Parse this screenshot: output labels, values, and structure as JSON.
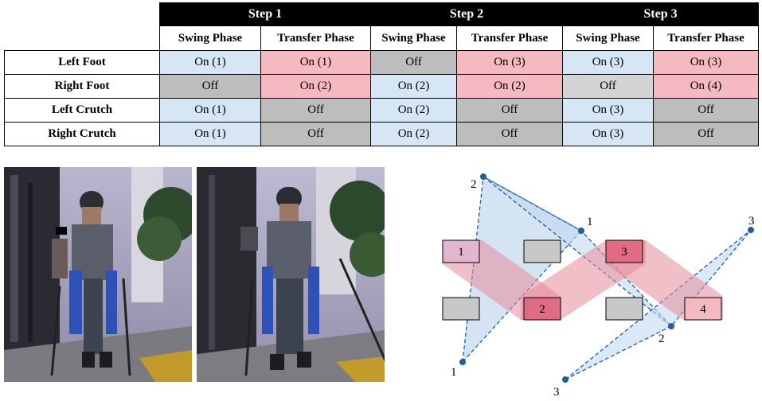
{
  "table": {
    "steps": [
      "Step 1",
      "Step 2",
      "Step 3"
    ],
    "phases": [
      "Swing Phase",
      "Transfer Phase",
      "Swing Phase",
      "Transfer Phase",
      "Swing Phase",
      "Transfer Phase"
    ],
    "rows": [
      {
        "label": "Left Foot",
        "cells": [
          "On (1)",
          "On (1)",
          "Off",
          "On (3)",
          "On (3)",
          "On (3)"
        ]
      },
      {
        "label": "Right Foot",
        "cells": [
          "Off",
          "On (2)",
          "On (2)",
          "On (2)",
          "Off",
          "On (4)"
        ]
      },
      {
        "label": "Left Crutch",
        "cells": [
          "On (1)",
          "Off",
          "On (2)",
          "Off",
          "On (3)",
          "Off"
        ]
      },
      {
        "label": "Right Crutch",
        "cells": [
          "On (1)",
          "Off",
          "On (2)",
          "Off",
          "On (3)",
          "Off"
        ]
      }
    ],
    "colors": {
      "blue": "#d6e6f4",
      "pink": "#f4b9c1",
      "gray": "#bdbdbd",
      "light_gray": "#d4d4d4",
      "header_bg": "#000000"
    }
  },
  "diagram": {
    "foot_labels": [
      "1",
      "2",
      "3",
      "4"
    ],
    "crutch_labels": [
      "1",
      "1",
      "2",
      "2",
      "3",
      "3"
    ]
  }
}
